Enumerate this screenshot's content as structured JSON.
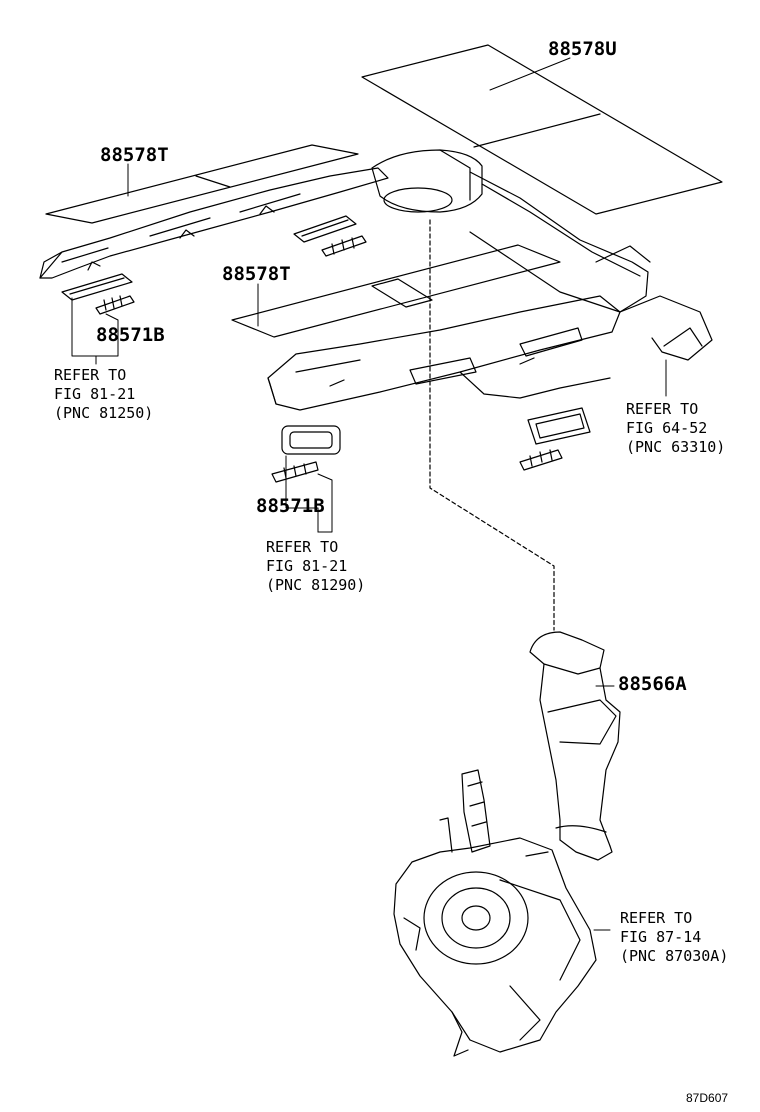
{
  "parts": {
    "p88578U": "88578U",
    "p88578T_top": "88578T",
    "p88578T_mid": "88578T",
    "p88571B_left": "88571B",
    "p88571B_mid": "88571B",
    "p88566A": "88566A"
  },
  "refs": {
    "left": [
      "REFER TO",
      "FIG 81-21",
      "(PNC 81250)"
    ],
    "mid": [
      "REFER TO",
      "FIG 81-21",
      "(PNC 81290)"
    ],
    "right": [
      "REFER TO",
      "FIG 64-52",
      "(PNC 63310)"
    ],
    "unit": [
      "REFER TO",
      "FIG 87-14",
      "(PNC 87030A)"
    ]
  },
  "diagram_code": "87D607"
}
